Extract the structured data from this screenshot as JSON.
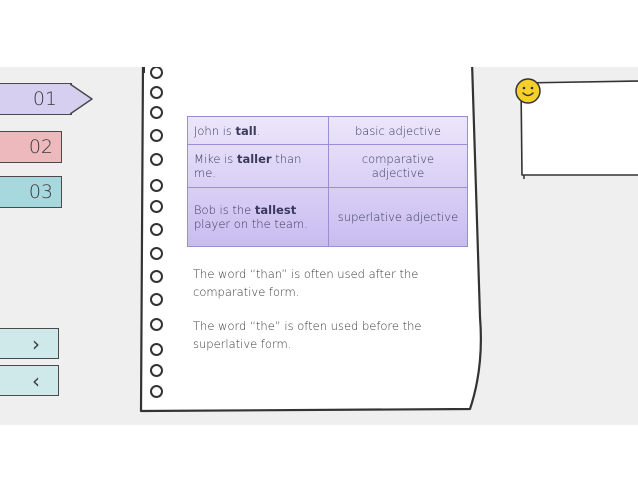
{
  "nav": {
    "tabs": [
      {
        "label": "01",
        "color": "#d6cff0"
      },
      {
        "label": "02",
        "color": "#eeb9bd"
      },
      {
        "label": "03",
        "color": "#a7d8de"
      }
    ],
    "next_icon": "chevron-right-icon",
    "next_glyph": "›",
    "prev_icon": "chevron-left-icon",
    "prev_glyph": "‹"
  },
  "table": {
    "rows": [
      {
        "sentence_pre": "John is ",
        "sentence_bold": "tall",
        "sentence_post": ".",
        "type": "basic adjective"
      },
      {
        "sentence_pre": "Mike is ",
        "sentence_bold": "taller",
        "sentence_post": " than me.",
        "type": "comparative adjective"
      },
      {
        "sentence_pre": "Bob is the ",
        "sentence_bold": "tallest",
        "sentence_post": " player on the team.",
        "type": "superlative adjective"
      }
    ],
    "gradient_top": "#ece6fb",
    "gradient_bottom": "#c8bcf0"
  },
  "notes": {
    "note1": "The word “than” is often used after the comparative form.",
    "note2": "The word “the” is often used before the superlative form."
  },
  "decor": {
    "smiley_color": "#f5cf2a",
    "slide_background": "#efefef"
  }
}
